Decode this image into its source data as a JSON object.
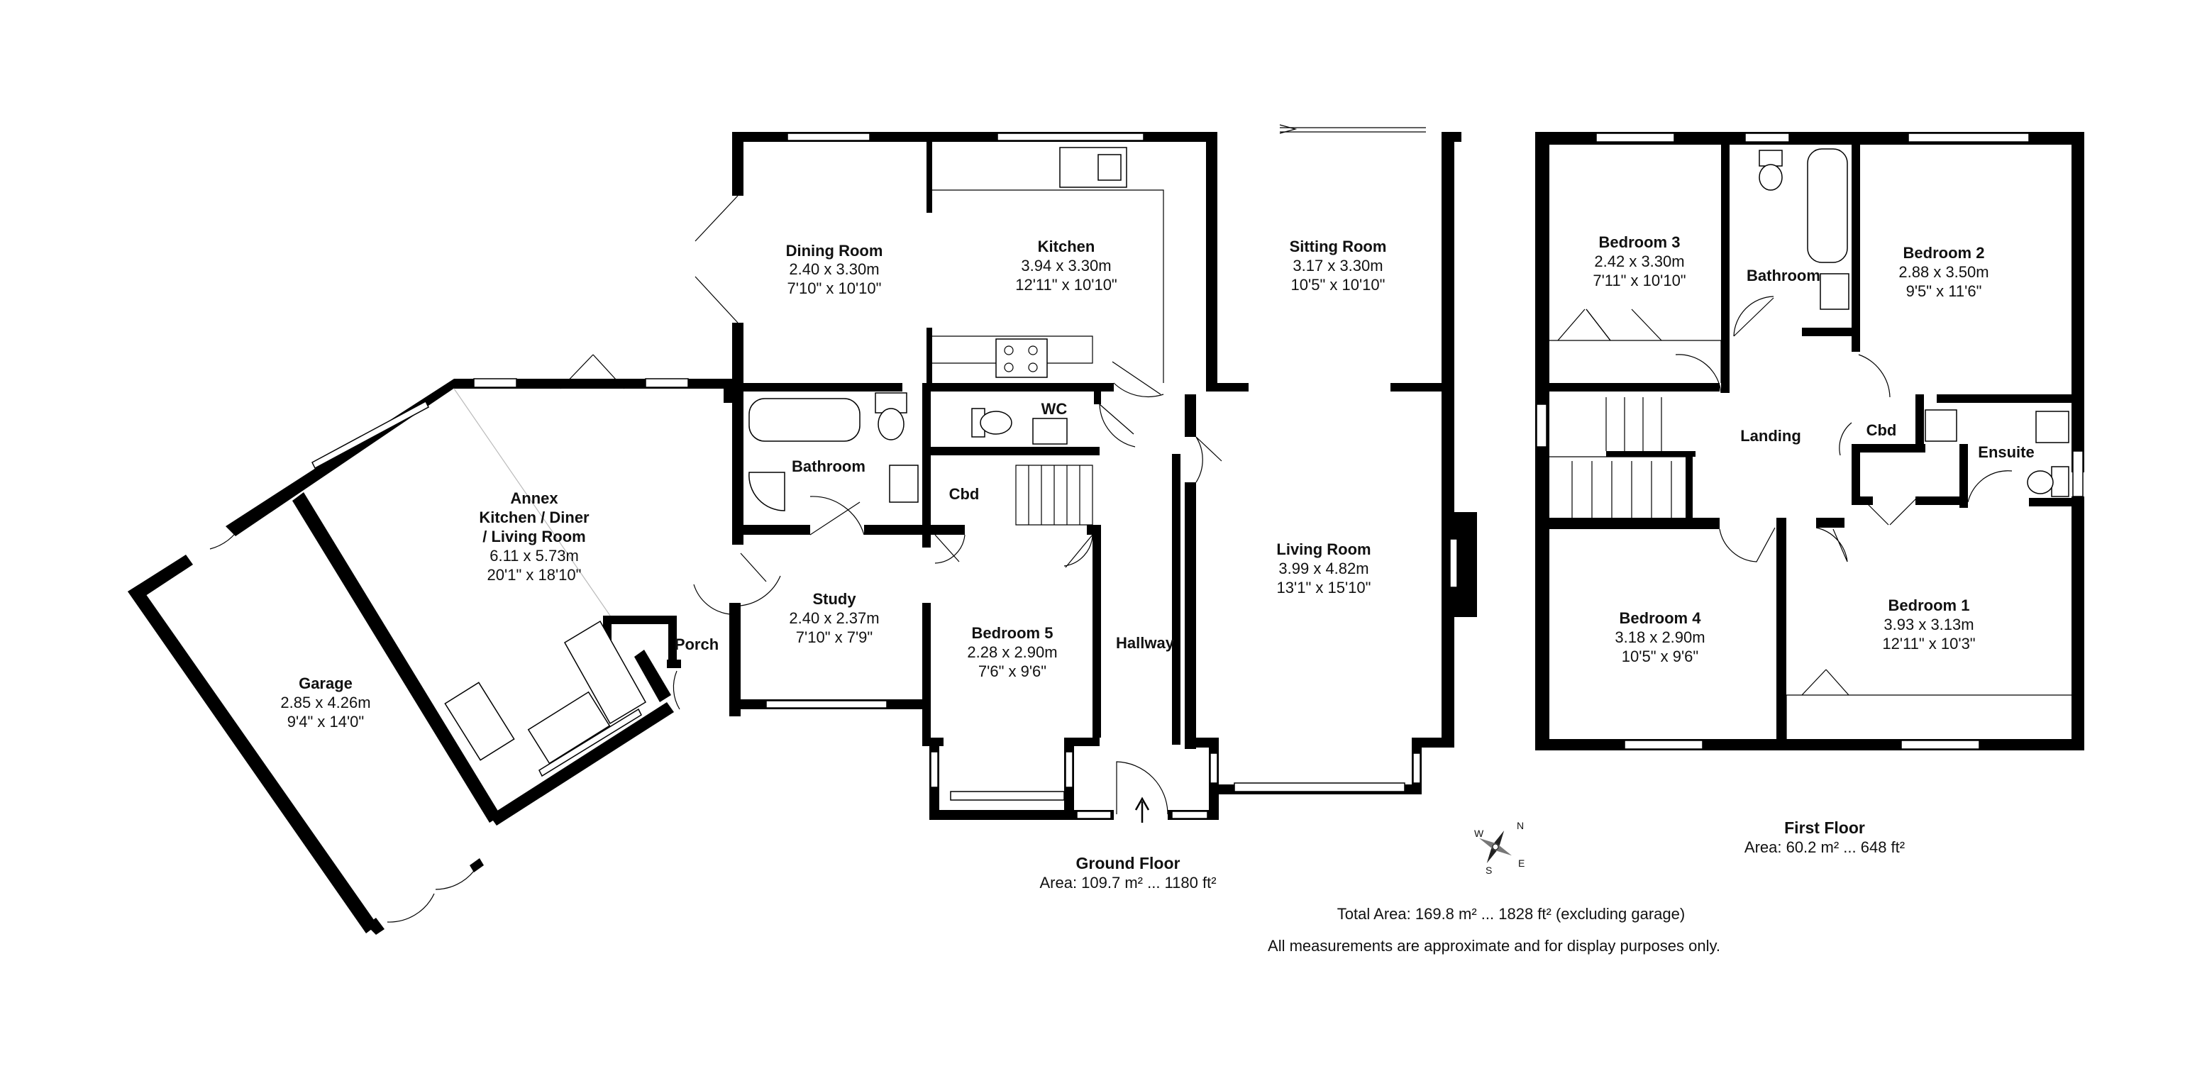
{
  "ground_floor": {
    "title": "Ground Floor",
    "area": "Area: 109.7 m² ... 1180 ft²",
    "rooms": {
      "dining": {
        "name": "Dining Room",
        "metric": "2.40 x 3.30m",
        "imperial": "7'10\" x 10'10\""
      },
      "kitchen": {
        "name": "Kitchen",
        "metric": "3.94 x 3.30m",
        "imperial": "12'11\" x 10'10\""
      },
      "sitting": {
        "name": "Sitting Room",
        "metric": "3.17 x 3.30m",
        "imperial": "10'5\" x 10'10\""
      },
      "bathroom": {
        "name": "Bathroom"
      },
      "wc": {
        "name": "WC"
      },
      "cbd": {
        "name": "Cbd"
      },
      "annex": {
        "name1": "Annex",
        "name2": "Kitchen / Diner",
        "name3": "/ Living Room",
        "metric": "6.11 x 5.73m",
        "imperial": "20'1\" x 18'10\""
      },
      "garage": {
        "name": "Garage",
        "metric": "2.85 x 4.26m",
        "imperial": "9'4\" x 14'0\""
      },
      "porch": {
        "name": "Porch"
      },
      "study": {
        "name": "Study",
        "metric": "2.40 x 2.37m",
        "imperial": "7'10\" x 7'9\""
      },
      "bedroom5": {
        "name": "Bedroom 5",
        "metric": "2.28 x 2.90m",
        "imperial": "7'6\" x 9'6\""
      },
      "hallway": {
        "name": "Hallway"
      },
      "living": {
        "name": "Living Room",
        "metric": "3.99 x 4.82m",
        "imperial": "13'1\" x 15'10\""
      }
    }
  },
  "first_floor": {
    "title": "First Floor",
    "area": "Area: 60.2 m² ... 648 ft²",
    "rooms": {
      "bedroom3": {
        "name": "Bedroom 3",
        "metric": "2.42 x 3.30m",
        "imperial": "7'11\" x 10'10\""
      },
      "bathroom": {
        "name": "Bathroom"
      },
      "bedroom2": {
        "name": "Bedroom 2",
        "metric": "2.88 x 3.50m",
        "imperial": "9'5\" x 11'6\""
      },
      "landing": {
        "name": "Landing"
      },
      "cbd": {
        "name": "Cbd"
      },
      "ensuite": {
        "name": "Ensuite"
      },
      "bedroom4": {
        "name": "Bedroom 4",
        "metric": "3.18 x 2.90m",
        "imperial": "10'5\" x 9'6\""
      },
      "bedroom1": {
        "name": "Bedroom 1",
        "metric": "3.93 x 3.13m",
        "imperial": "12'11\" x 10'3\""
      }
    }
  },
  "totals": {
    "total_area": "Total Area: 169.8 m² ... 1828 ft² (excluding garage)",
    "disclaimer": "All measurements are approximate and for display purposes only."
  },
  "compass": {
    "n": "N",
    "s": "S",
    "e": "E",
    "w": "W",
    "icon": "compass-icon"
  }
}
